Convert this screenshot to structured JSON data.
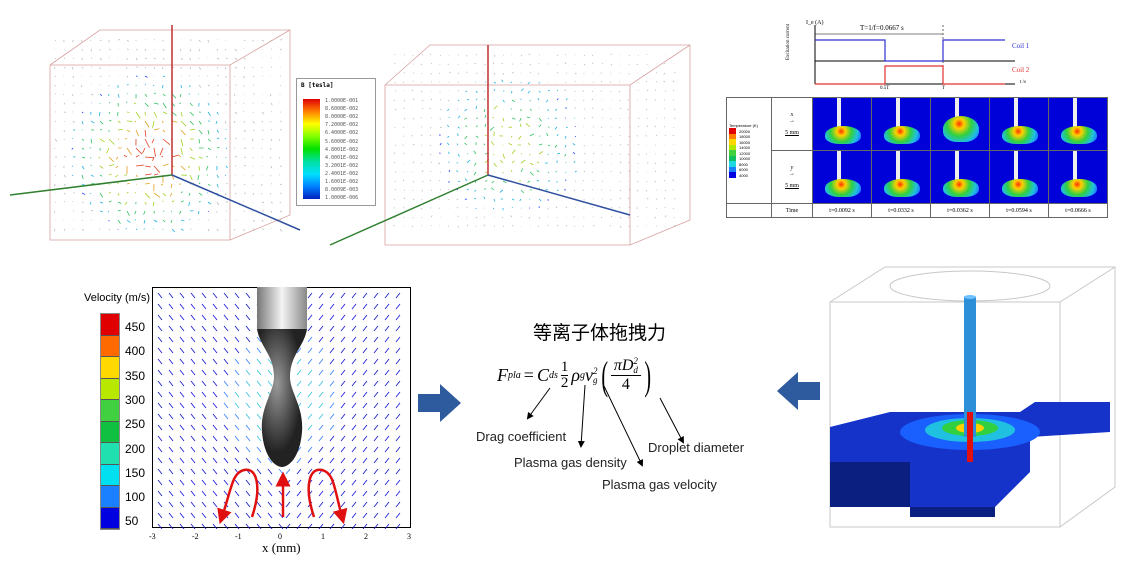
{
  "magnetic_field": {
    "legend_title": "B [tesla]",
    "legend_values": [
      "1.0000E-001",
      "8.6000E-002",
      "8.0000E-002",
      "7.2000E-002",
      "6.4000E-002",
      "5.6000E-002",
      "4.8001E-002",
      "4.0001E-002",
      "3.2001E-002",
      "2.4001E-002",
      "1.6001E-002",
      "8.0009E-003",
      "1.0000E-006"
    ]
  },
  "excitation": {
    "y_label": "I_e (A)",
    "y_axis_title": "Excitation current",
    "period_label": "T=1/f=0.0667 s",
    "coil1": "Coil 1",
    "coil2": "Coil 2",
    "x_ticks": [
      "0.5T",
      "T"
    ],
    "x_label": "t /s",
    "coil1_color": "#3030d0",
    "coil2_color": "#e03030"
  },
  "temperature_table": {
    "legend_title": "Temperature (K)",
    "legend_values": [
      "20000",
      "18000",
      "16000",
      "14000",
      "12000",
      "10000",
      "8000",
      "6000",
      "4000"
    ],
    "row_labels": [
      {
        "axis": "x",
        "scale": "5 mm"
      },
      {
        "axis": "y",
        "scale": "5 mm"
      }
    ],
    "time_header": "Time",
    "times": [
      "t=0.0092 s",
      "t=0.0332 s",
      "t=0.0362 s",
      "t=0.0594 s",
      "t=0.0666 s"
    ]
  },
  "velocity_plot": {
    "legend_title": "Velocity (m/s)",
    "legend_values": [
      "450",
      "400",
      "350",
      "300",
      "250",
      "200",
      "150",
      "100",
      "50"
    ],
    "legend_colors": [
      "#e00000",
      "#ff6a00",
      "#ffd800",
      "#b8e800",
      "#40d040",
      "#10c040",
      "#20e0b0",
      "#00e0f0",
      "#1a80ff",
      "#0000e0"
    ],
    "x_ticks": [
      "-3",
      "-2",
      "-1",
      "0",
      "1",
      "2",
      "3"
    ],
    "x_label": "x (mm)"
  },
  "formula": {
    "title": "等离子体拖拽力",
    "lhs": "F",
    "lhs_sub": "pla",
    "cd": "C",
    "cd_sub": "ds",
    "half_num": "1",
    "half_den": "2",
    "rho": "ρ",
    "rho_sub": "g",
    "v": "v",
    "v_sub": "g",
    "v_sup": "2",
    "area_num": "πD",
    "area_sub": "d",
    "area_sup": "2",
    "area_den": "4",
    "annotations": [
      "Drag coefficient",
      "Plasma gas density",
      "Plasma gas velocity",
      "Droplet diameter"
    ]
  },
  "arrow_color": "#2e5a9e"
}
